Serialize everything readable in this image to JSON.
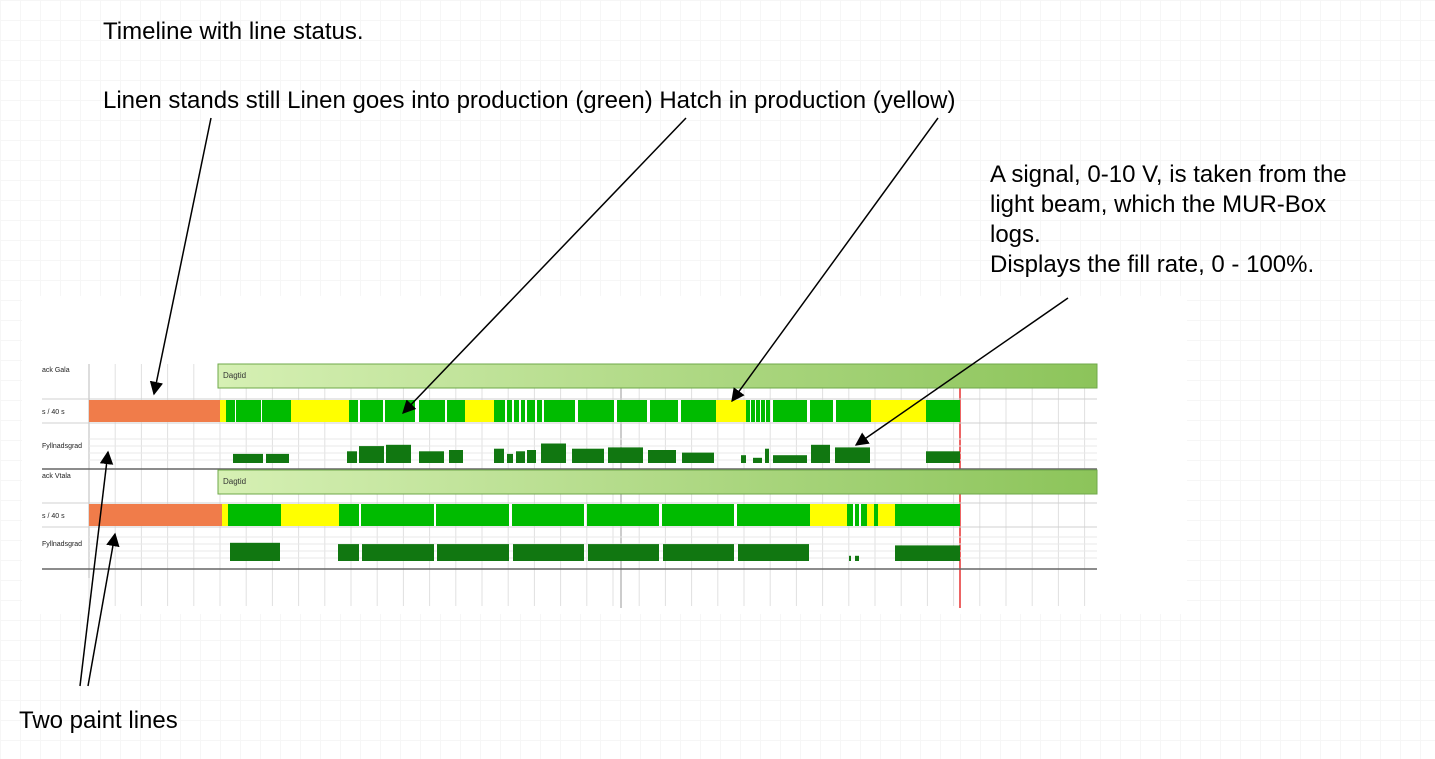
{
  "annotations": {
    "title": "Timeline with line status.",
    "states": "Linen stands still Linen goes into production (green) Hatch in production (yellow)",
    "signal": [
      "A signal, 0-10 V, is taken from the",
      "light beam, which the MUR-Box",
      "logs.",
      "Displays the fill rate, 0 - 100%."
    ],
    "two_lines": "Two paint lines"
  },
  "timeline": {
    "lines": [
      {
        "labels": [
          "ack Gala",
          "s / 40 s",
          "Fyllnadsgrad"
        ],
        "shift_label": "Dagtid",
        "status_segments": [
          [
            "stop",
            0,
            131
          ],
          [
            "hatch",
            131,
            137
          ],
          [
            "prod",
            137,
            146
          ],
          [
            "prod",
            147,
            172
          ],
          [
            "prod",
            173,
            202
          ],
          [
            "hatch",
            202,
            260
          ],
          [
            "prod",
            260,
            269
          ],
          [
            "prod",
            271,
            294
          ],
          [
            "prod",
            296,
            326
          ],
          [
            "prod",
            330,
            356
          ],
          [
            "prod",
            358,
            376
          ],
          [
            "hatch",
            376,
            405
          ],
          [
            "prod",
            405,
            416
          ],
          [
            "prod",
            418,
            423
          ],
          [
            "prod",
            425,
            430
          ],
          [
            "prod",
            432,
            436
          ],
          [
            "prod",
            438,
            446
          ],
          [
            "prod",
            448,
            453
          ],
          [
            "prod",
            455,
            486
          ],
          [
            "prod",
            489,
            525
          ],
          [
            "prod",
            528,
            558
          ],
          [
            "prod",
            561,
            589
          ],
          [
            "prod",
            592,
            627
          ],
          [
            "hatch",
            627,
            657
          ],
          [
            "prod",
            657,
            661
          ],
          [
            "prod",
            662,
            666
          ],
          [
            "prod",
            667,
            671
          ],
          [
            "prod",
            672,
            676
          ],
          [
            "prod",
            677,
            681
          ],
          [
            "prod",
            684,
            718
          ],
          [
            "prod",
            721,
            744
          ],
          [
            "prod",
            747,
            782
          ],
          [
            "hatch",
            782,
            837
          ],
          [
            "prod",
            837,
            871
          ]
        ],
        "fill_blocks": [
          [
            144,
            174,
            0.35
          ],
          [
            177,
            200,
            0.35
          ],
          [
            258,
            268,
            0.45
          ],
          [
            270,
            295,
            0.65
          ],
          [
            297,
            322,
            0.7
          ],
          [
            330,
            355,
            0.45
          ],
          [
            360,
            374,
            0.5
          ],
          [
            405,
            415,
            0.55
          ],
          [
            418,
            424,
            0.35
          ],
          [
            427,
            436,
            0.45
          ],
          [
            438,
            447,
            0.5
          ],
          [
            452,
            477,
            0.75
          ],
          [
            483,
            515,
            0.55
          ],
          [
            519,
            554,
            0.6
          ],
          [
            559,
            587,
            0.5
          ],
          [
            593,
            625,
            0.4
          ],
          [
            652,
            657,
            0.3
          ],
          [
            664,
            673,
            0.2
          ],
          [
            676,
            680,
            0.55
          ],
          [
            684,
            718,
            0.3
          ],
          [
            722,
            741,
            0.7
          ],
          [
            746,
            781,
            0.6
          ],
          [
            837,
            871,
            0.45
          ]
        ]
      },
      {
        "labels": [
          "ack Vtala",
          "s / 40 s",
          "Fyllnadsgrad"
        ],
        "shift_label": "Dagtid",
        "status_segments": [
          [
            "stop",
            0,
            133
          ],
          [
            "hatch",
            133,
            139
          ],
          [
            "prod",
            139,
            192
          ],
          [
            "hatch",
            192,
            250
          ],
          [
            "prod",
            250,
            270
          ],
          [
            "prod",
            272,
            345
          ],
          [
            "prod",
            347,
            420
          ],
          [
            "prod",
            423,
            495
          ],
          [
            "prod",
            498,
            570
          ],
          [
            "prod",
            573,
            645
          ],
          [
            "prod",
            648,
            721
          ],
          [
            "hatch",
            721,
            758
          ],
          [
            "prod",
            758,
            764
          ],
          [
            "prod",
            766,
            770
          ],
          [
            "prod",
            772,
            778
          ],
          [
            "hatch",
            778,
            785
          ],
          [
            "prod",
            785,
            789
          ],
          [
            "hatch",
            789,
            806
          ],
          [
            "prod",
            806,
            871
          ]
        ],
        "fill_blocks": [
          [
            141,
            191,
            0.7
          ],
          [
            249,
            270,
            0.65
          ],
          [
            273,
            345,
            0.65
          ],
          [
            348,
            420,
            0.65
          ],
          [
            424,
            495,
            0.65
          ],
          [
            499,
            570,
            0.65
          ],
          [
            574,
            645,
            0.65
          ],
          [
            649,
            720,
            0.65
          ],
          [
            760,
            762,
            0.2
          ],
          [
            766,
            770,
            0.2
          ],
          [
            806,
            871,
            0.6
          ]
        ]
      }
    ]
  },
  "colors": {
    "stop": "#f07c4a",
    "prod": "#00bb00",
    "hatch": "#ffff00",
    "fill": "#117711",
    "shift_light": "#d6f0b4",
    "shift_dark": "#8cc45a",
    "now_marker": "#e53030"
  }
}
